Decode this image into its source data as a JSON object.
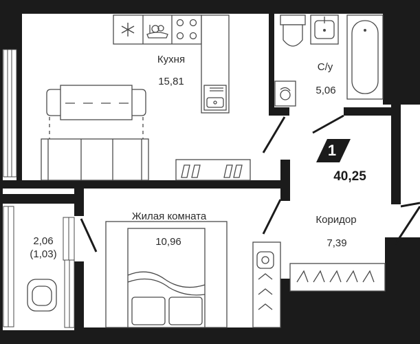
{
  "plan": {
    "rooms": [
      {
        "id": "kitchen",
        "name": "Кухня",
        "area": "15,81"
      },
      {
        "id": "bathroom",
        "name": "С/у",
        "area": "5,06"
      },
      {
        "id": "living",
        "name": "Жилая комната",
        "area": "10,96"
      },
      {
        "id": "corridor",
        "name": "Коридор",
        "area": "7,39"
      },
      {
        "id": "balcony",
        "name": "",
        "area": "2,06",
        "area_reduced": "(1,03)"
      }
    ],
    "apartment": {
      "rooms": "1",
      "total_area": "40,25"
    },
    "colors": {
      "walls": "#1b1b1b",
      "furniture": "#4a4a4a",
      "floor": "#ffffff"
    }
  }
}
